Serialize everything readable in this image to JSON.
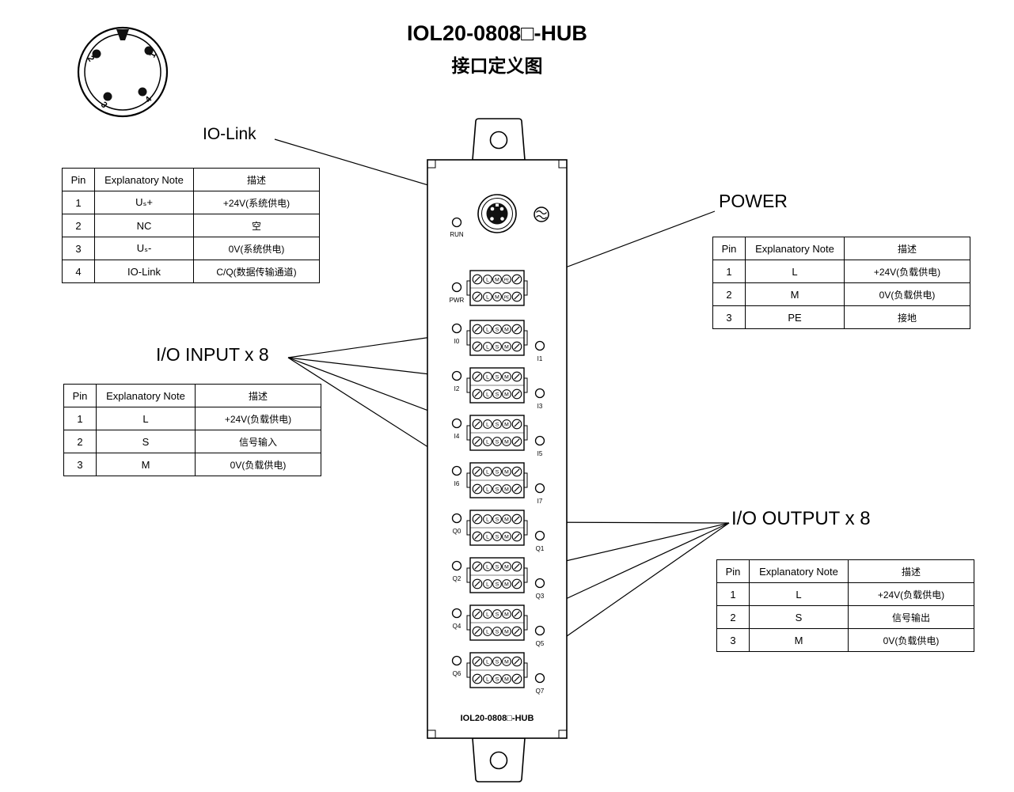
{
  "title": {
    "line1": "IOL20-0808□-HUB",
    "line2": "接口定义图"
  },
  "callouts": {
    "io_link": "IO-Link",
    "power": "POWER",
    "input": "I/O INPUT x 8",
    "output": "I/O OUTPUT x 8"
  },
  "connector_pins": [
    "1",
    "2",
    "3",
    "4"
  ],
  "device": {
    "model": "IOL20-0808□-HUB",
    "run_led": "RUN",
    "pwr_led": "PWR",
    "pwr_terminals": [
      "L",
      "M",
      "PE"
    ],
    "io_terminals": [
      "L",
      "S",
      "M"
    ],
    "input_channels": [
      "I0",
      "I1",
      "I2",
      "I3",
      "I4",
      "I5",
      "I6",
      "I7"
    ],
    "output_channels": [
      "Q0",
      "Q1",
      "Q2",
      "Q3",
      "Q4",
      "Q5",
      "Q6",
      "Q7"
    ]
  },
  "tables": {
    "iolink": {
      "headers": [
        "Pin",
        "Explanatory Note",
        "描述"
      ],
      "rows": [
        {
          "pin": "1",
          "note": "Uₛ+",
          "desc": "+24V(系统供电)"
        },
        {
          "pin": "2",
          "note": "NC",
          "desc": "空"
        },
        {
          "pin": "3",
          "note": "Uₛ-",
          "desc": "0V(系统供电)"
        },
        {
          "pin": "4",
          "note": "IO-Link",
          "desc": "C/Q(数据传输通道)"
        }
      ]
    },
    "power": {
      "headers": [
        "Pin",
        "Explanatory Note",
        "描述"
      ],
      "rows": [
        {
          "pin": "1",
          "note": "L",
          "desc": "+24V(负载供电)"
        },
        {
          "pin": "2",
          "note": "M",
          "desc": "0V(负载供电)"
        },
        {
          "pin": "3",
          "note": "PE",
          "desc": "接地"
        }
      ]
    },
    "input": {
      "headers": [
        "Pin",
        "Explanatory Note",
        "描述"
      ],
      "rows": [
        {
          "pin": "1",
          "note": "L",
          "desc": "+24V(负载供电)"
        },
        {
          "pin": "2",
          "note": "S",
          "desc": "信号输入"
        },
        {
          "pin": "3",
          "note": "M",
          "desc": "0V(负载供电)"
        }
      ]
    },
    "output": {
      "headers": [
        "Pin",
        "Explanatory Note",
        "描述"
      ],
      "rows": [
        {
          "pin": "1",
          "note": "L",
          "desc": "+24V(负载供电)"
        },
        {
          "pin": "2",
          "note": "S",
          "desc": "信号输出"
        },
        {
          "pin": "3",
          "note": "M",
          "desc": "0V(负载供电)"
        }
      ]
    }
  }
}
